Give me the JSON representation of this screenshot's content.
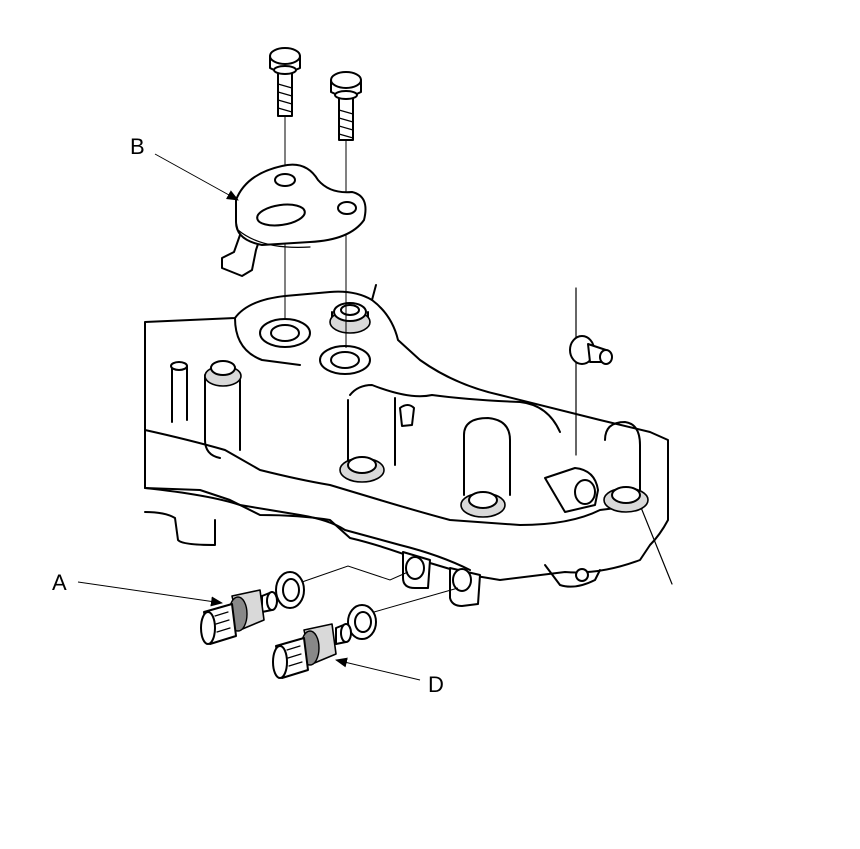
{
  "labels": {
    "a": "A",
    "b": "B",
    "d": "D"
  }
}
